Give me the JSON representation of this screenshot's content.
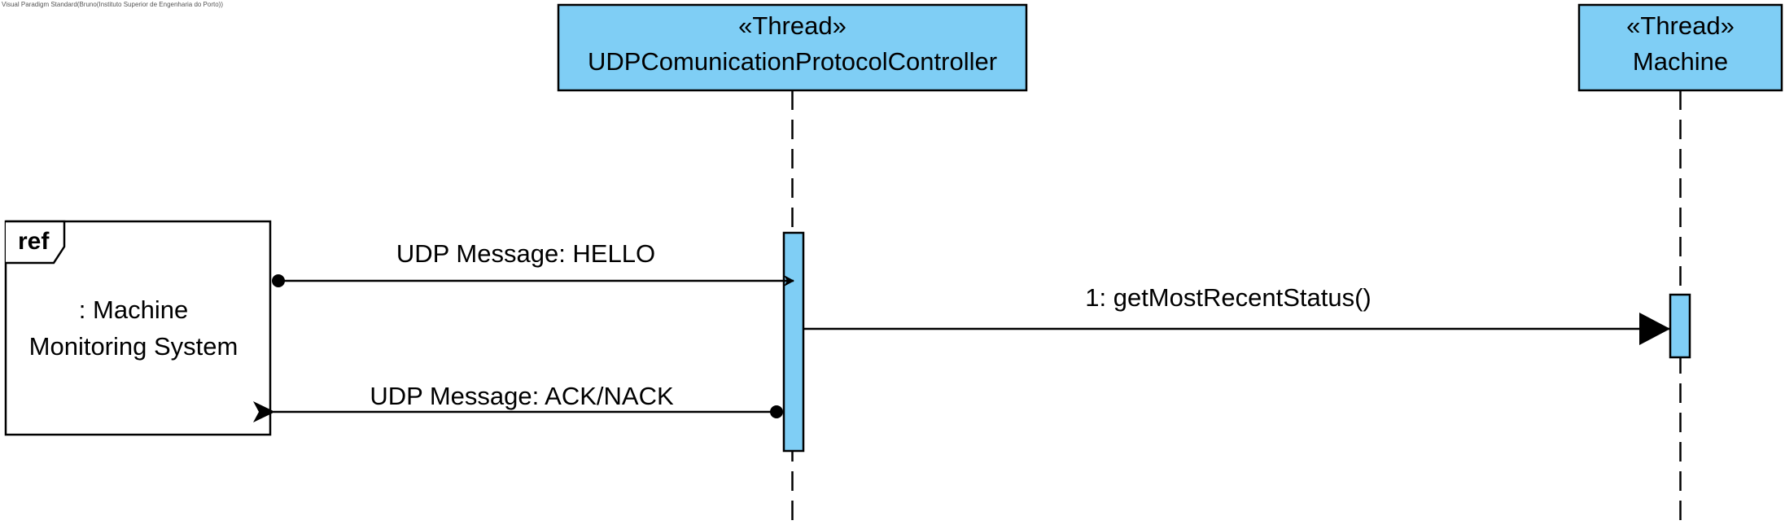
{
  "watermark": "Visual Paradigm Standard(Bruno(Instituto Superior de Engenharia do Porto))",
  "colors": {
    "lifeline_fill": "#7fcef5",
    "stroke": "#000000",
    "background": "#ffffff"
  },
  "lifelines": [
    {
      "stereotype": "«Thread»",
      "name": "UDPComunicationProtocolController"
    },
    {
      "stereotype": "«Thread»",
      "name": "Machine"
    }
  ],
  "ref_frame": {
    "tag": "ref",
    "line1": ": Machine",
    "line2": "Monitoring System"
  },
  "messages": [
    {
      "label": "UDP Message: HELLO",
      "kind": "found-message"
    },
    {
      "label": "1: getMostRecentStatus()",
      "kind": "synchronous"
    },
    {
      "label": "UDP Message: ACK/NACK",
      "kind": "lost-message"
    }
  ]
}
